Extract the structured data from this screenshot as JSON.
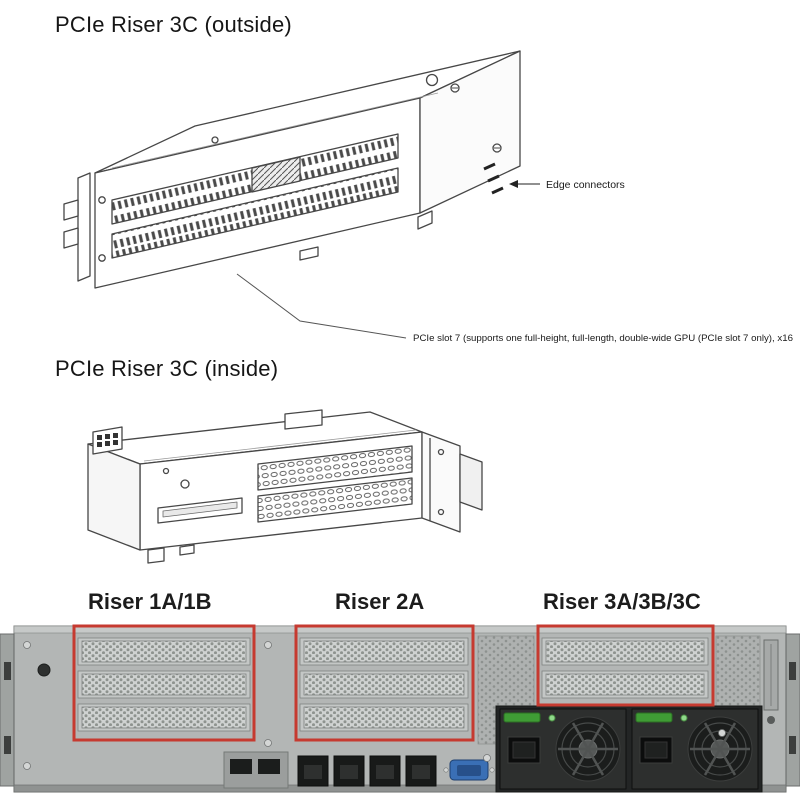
{
  "outside_figure": {
    "title": "PCIe Riser 3C (outside)",
    "edge_connectors_label": "Edge connectors",
    "slot7_caption": "PCIe slot 7 (supports one full-height, full-length, double-wide GPU (PCIe slot 7 only), x16"
  },
  "inside_figure": {
    "title": "PCIe Riser 3C (inside)"
  },
  "rear_panel": {
    "labels": [
      "Riser 1A/1B",
      "Riser 2A",
      "Riser 3A/3B/3C"
    ],
    "highlight_color": "#c63a30"
  }
}
